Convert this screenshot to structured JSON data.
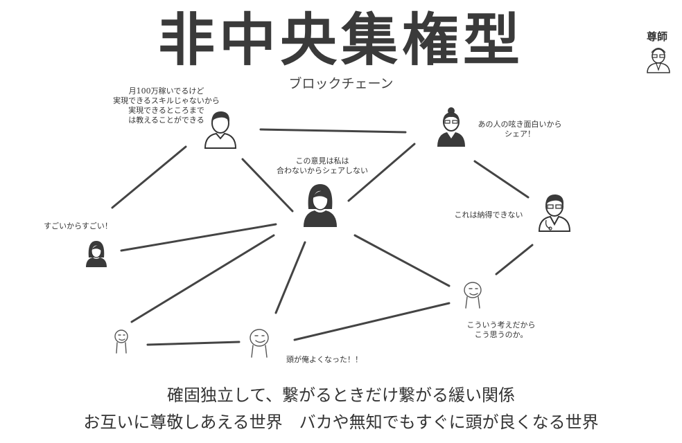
{
  "title": "非中央集権型",
  "subtitle": "ブロックチェーン",
  "master_label": "尊師",
  "notes": {
    "top_left": "月100万稼いでるけど\n実現できるスキルじゃないから\n実現できるところまで\nは教えることができる",
    "center": "この意見は私は\n合わないからシェアしない",
    "top_right": "あの人の呟き面白いから\nシェア！",
    "right": "これは納得できない",
    "left": "すごいからすごい！",
    "bottom_right": "こういう考えだから\nこう思うのか。",
    "bottom_center": "頭が俺よくなった！！"
  },
  "footer": {
    "line1": "確固独立して、繋がるときだけ繋がる緩い関係",
    "line2": "お互いに尊敬しあえる世界　バカや無知でもすぐに頭が良くなる世界"
  }
}
